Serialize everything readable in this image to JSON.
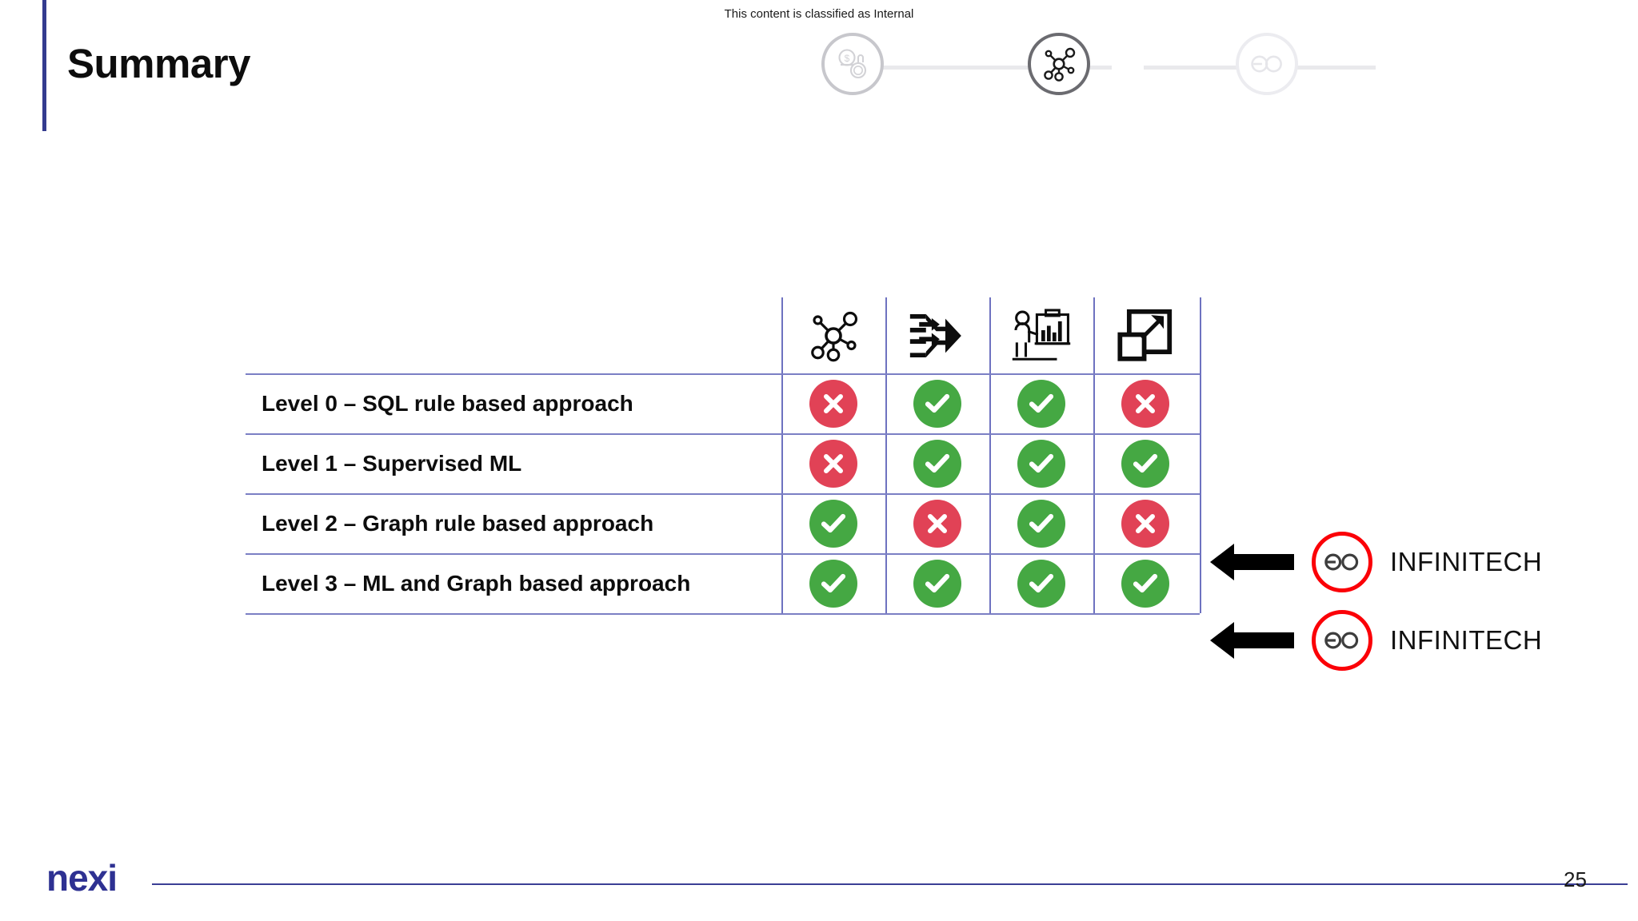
{
  "slide": {
    "title": "Summary",
    "classification": "This content is classified as Internal",
    "page_number": "25",
    "brand_logo": "nexi",
    "accent_color": "#343b8f"
  },
  "progress_steps": [
    {
      "icon": "money-handcuffs-icon",
      "state": "done",
      "ring_color": "#c7c7cc"
    },
    {
      "icon": "graph-network-icon",
      "state": "active",
      "ring_color": "#6b6b70"
    },
    {
      "icon": "infinitech-infinity-icon",
      "state": "upcoming",
      "ring_color": "#ececf0"
    }
  ],
  "table": {
    "column_icons": [
      "graph-network-icon",
      "merge-arrows-icon",
      "presenter-bar-chart-icon",
      "scalability-expand-icon"
    ],
    "rows": [
      {
        "label": "Level 0 – SQL rule based approach",
        "marks": [
          "no",
          "yes",
          "yes",
          "no"
        ]
      },
      {
        "label": "Level 1 – Supervised ML",
        "marks": [
          "no",
          "yes",
          "yes",
          "yes"
        ]
      },
      {
        "label": "Level 2 – Graph rule based approach",
        "marks": [
          "yes",
          "no",
          "yes",
          "no"
        ]
      },
      {
        "label": "Level 3 – ML and Graph based approach",
        "marks": [
          "yes",
          "yes",
          "yes",
          "yes"
        ]
      }
    ],
    "mark_glyphs": {
      "yes": "check-icon",
      "no": "cross-icon"
    },
    "colors": {
      "yes": "#45a843",
      "no": "#e14256",
      "grid": "#7b7fc4"
    }
  },
  "callouts": [
    {
      "target_row": "Level 2 – Graph rule based approach",
      "label": "INFINITECH",
      "icon": "infinitech-infinity-icon",
      "ring_color": "#fb0007"
    },
    {
      "target_row": "Level 3 – ML and Graph based approach",
      "label": "INFINITECH",
      "icon": "infinitech-infinity-icon",
      "ring_color": "#fb0007"
    }
  ]
}
